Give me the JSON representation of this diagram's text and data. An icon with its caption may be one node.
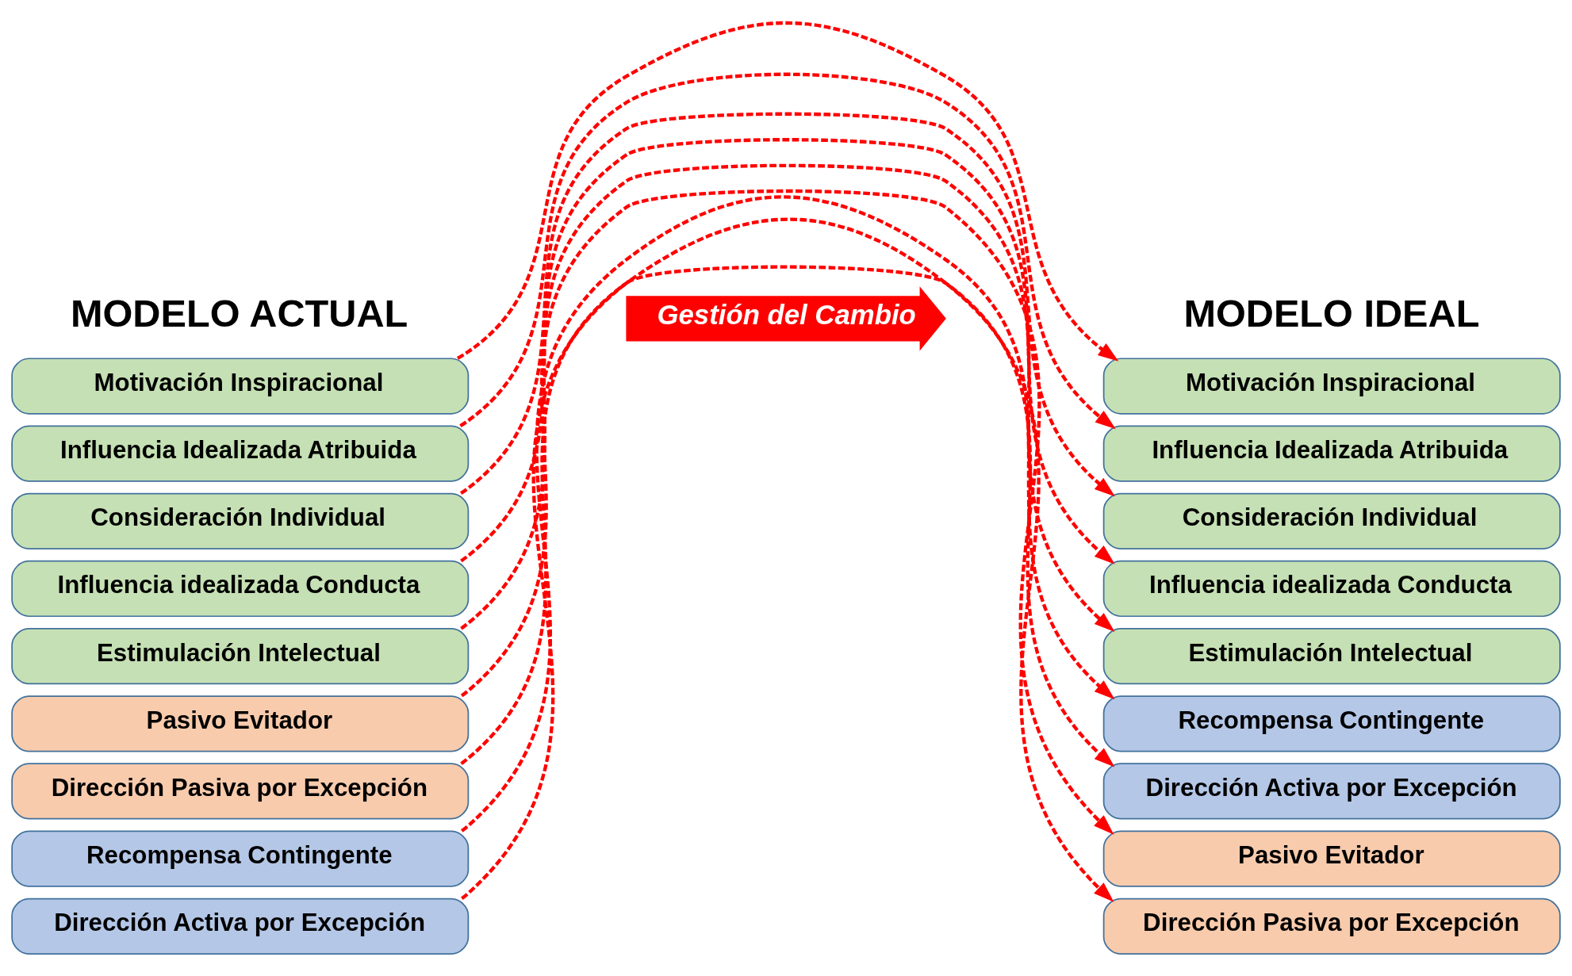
{
  "diagram": {
    "nodes": [
      {
        "text": [
          "Gestión del Cambio"
        ]
      },
      {
        "text": [
          "Motivación Inspiracional"
        ]
      },
      {
        "text": [
          "Influencia Idealizada Atribuida"
        ]
      },
      {
        "text": [
          "Consideración Individual"
        ]
      },
      {
        "text": [
          "Influencia idealizada Conducta"
        ]
      },
      {
        "text": [
          "Estimulación Intelectual"
        ]
      },
      {
        "text": [
          "Pasivo Evitador"
        ]
      },
      {
        "text": [
          "Dirección Pasiva por Excepción"
        ]
      },
      {
        "text": [
          "Recompensa Contingente"
        ]
      },
      {
        "text": [
          "Dirección Activa por Excepción"
        ]
      },
      {
        "text": [
          "Motivación Inspiracional"
        ]
      },
      {
        "text": [
          "Influencia Idealizada Atribuida"
        ]
      },
      {
        "text": [
          "Consideración Individual"
        ]
      },
      {
        "text": [
          "Influencia idealizada Conducta"
        ]
      },
      {
        "text": [
          "Estimulación Intelectual"
        ]
      },
      {
        "text": [
          "Recompensa Contingente"
        ]
      },
      {
        "text": [
          "Dirección Activa por Excepción"
        ]
      },
      {
        "text": [
          "Pasivo Evitador"
        ]
      },
      {
        "text": [
          "Dirección Pasiva por Excepción"
        ]
      }
    ],
    "edges": [
      {
        "from": 1,
        "to": 10,
        "arrow": "to",
        "style": "dashed"
      },
      {
        "from": 2,
        "to": 11,
        "arrow": "to",
        "style": "dashed"
      },
      {
        "from": 3,
        "to": 12,
        "arrow": "to",
        "style": "dashed"
      },
      {
        "from": 4,
        "to": 13,
        "arrow": "to",
        "style": "dashed"
      },
      {
        "from": 5,
        "to": 14,
        "arrow": "to",
        "style": "dashed"
      },
      {
        "from": 6,
        "to": 17,
        "arrow": "to",
        "style": "dashed"
      },
      {
        "from": 7,
        "to": 18,
        "arrow": "to",
        "style": "dashed"
      },
      {
        "from": 8,
        "to": 15,
        "arrow": "to",
        "style": "dashed"
      },
      {
        "from": 9,
        "to": 16,
        "arrow": "to",
        "style": "dashed"
      }
    ],
    "labels": [
      "MODELO ACTUAL",
      "MODELO IDEAL"
    ]
  }
}
